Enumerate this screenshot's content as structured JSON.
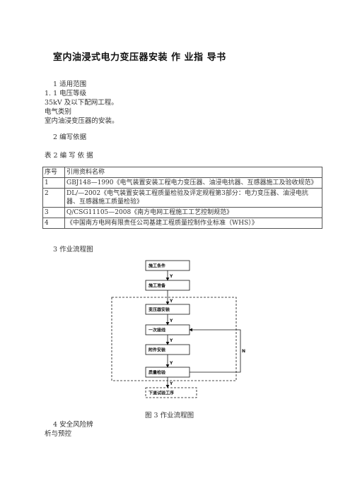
{
  "title": "室内油浸式电力变压器安装 作 业指 导书",
  "lines": {
    "s1": "1       适用范围",
    "s1_1": "1. 1   电压等级",
    "s1_1_body": "35kV 及以下配网工程。",
    "s1_2": "         电气类别",
    "s1_2_body": "室内油浸变压器的安装。",
    "s2": "2       编写依据",
    "table_caption": "表 2    编        写        依        据",
    "s3": "3       作业流程图",
    "fig_caption": "图 3   作业流程图",
    "s4": "4       安全风险辨",
    "s4_cont": "析与预控"
  },
  "table": {
    "headers": [
      "序号",
      "引用资料名称"
    ],
    "rows": [
      [
        "1",
        "GBJ148—1990《电气装置安装工程电力变压器、油浸电抗器、互感器施工及验收规范》"
      ],
      [
        "2",
        "DL/—2002《电气装置安装工程质量检验及评定规程第3部分：电力变压器、油浸电抗器、互感器施工质量检验》"
      ],
      [
        "3",
        "Q/CSG11105—2008《南方电网工程施工工艺控制规范》"
      ],
      [
        "4",
        "《中国南方电网有限责任公司基建工程质量控制作业标准（WHS）》"
      ]
    ]
  },
  "flow": {
    "steps": [
      "施工条件",
      "施工准备",
      "变压器安装",
      "一次接线",
      "附件安装",
      "质量检验",
      "下道试验工序"
    ],
    "yes_label": "Y",
    "no_label": "N"
  }
}
